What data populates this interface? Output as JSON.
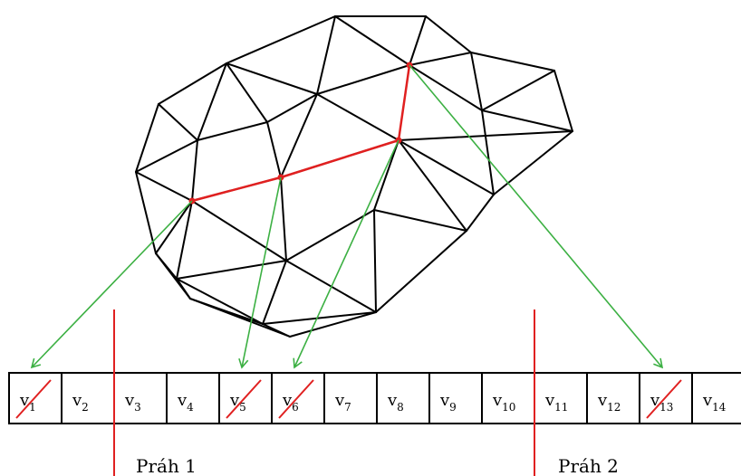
{
  "colors": {
    "mesh": "#000000",
    "path": "#e02020",
    "arrow": "#3cb043",
    "threshold": "#e02020",
    "strike": "#e02020"
  },
  "cells": [
    {
      "base": "v",
      "sub": "1",
      "crossed": true
    },
    {
      "base": "v",
      "sub": "2",
      "crossed": false
    },
    {
      "base": "v",
      "sub": "3",
      "crossed": false
    },
    {
      "base": "v",
      "sub": "4",
      "crossed": false
    },
    {
      "base": "v",
      "sub": "5",
      "crossed": true
    },
    {
      "base": "v",
      "sub": "6",
      "crossed": true
    },
    {
      "base": "v",
      "sub": "7",
      "crossed": false
    },
    {
      "base": "v",
      "sub": "8",
      "crossed": false
    },
    {
      "base": "v",
      "sub": "9",
      "crossed": false
    },
    {
      "base": "v",
      "sub": "10",
      "crossed": false
    },
    {
      "base": "v",
      "sub": "11",
      "crossed": false
    },
    {
      "base": "v",
      "sub": "12",
      "crossed": false
    },
    {
      "base": "v",
      "sub": "13",
      "crossed": true
    },
    {
      "base": "v",
      "sub": "14",
      "crossed": false
    }
  ],
  "thresholds": [
    {
      "label": "Práh 1"
    },
    {
      "label": "Práh 2"
    }
  ]
}
